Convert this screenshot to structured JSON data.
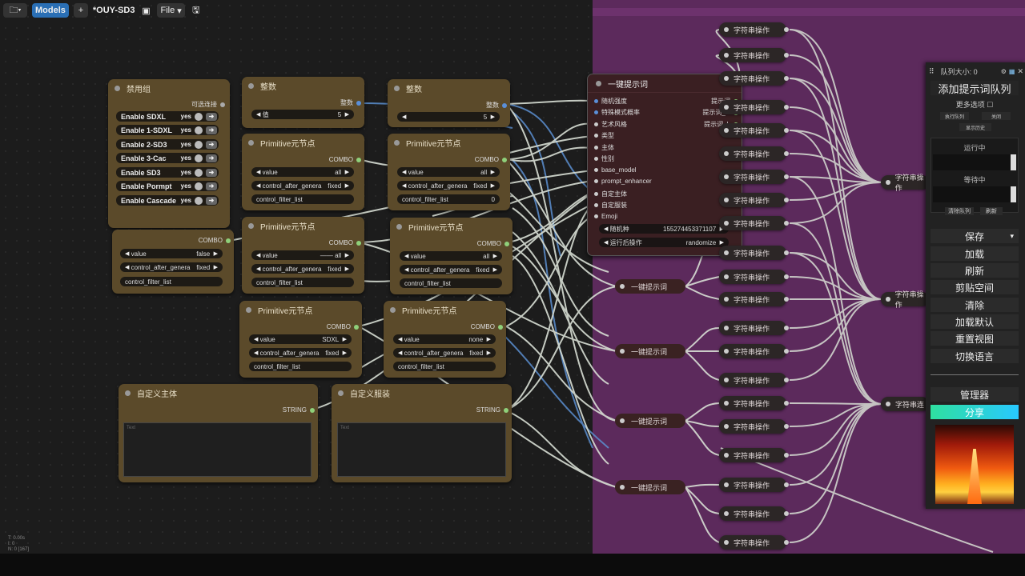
{
  "topbar": {
    "folder_icon": "folder-icon",
    "models": "Models",
    "add": "+",
    "title": "*OUY-SD3",
    "file_menu": "File"
  },
  "disable_group": {
    "title": "禁用组",
    "optional_label": "可选连接",
    "toggles": [
      {
        "label": "Enable SDXL",
        "value": "yes"
      },
      {
        "label": "Enable 1-SDXL",
        "value": "yes"
      },
      {
        "label": "Enable 2-SD3",
        "value": "yes"
      },
      {
        "label": "Enable 3-Cac",
        "value": "yes"
      },
      {
        "label": "Enable SD3",
        "value": "yes"
      },
      {
        "label": "Enable Pormpt",
        "value": "yes"
      },
      {
        "label": "Enable Cascade",
        "value": "yes"
      }
    ]
  },
  "int_node_1": {
    "title": "整数",
    "output": "整数",
    "widget_label": "值",
    "widget_value": "5"
  },
  "int_node_2": {
    "title": "整数",
    "output": "整数",
    "widget_label": "",
    "widget_value": "5"
  },
  "prim_a": {
    "title": "Primitive元节点",
    "output": "COMBO",
    "value_label": "value",
    "value": "all",
    "ctrl_label": "control_after_genera",
    "ctrl_value": "fixed",
    "filter_label": "control_filter_list",
    "filter_value": ""
  },
  "prim_b": {
    "title": "Primitive元节点",
    "output": "COMBO",
    "value_label": "value",
    "value": "all",
    "ctrl_label": "control_after_genera",
    "ctrl_value": "fixed",
    "filter_label": "control_filter_list",
    "filter_value": "0"
  },
  "prim_c": {
    "title": "",
    "output": "COMBO",
    "value_label": "value",
    "value": "false",
    "ctrl_label": "control_after_genera",
    "ctrl_value": "fixed",
    "filter_label": "control_filter_list",
    "filter_value": ""
  },
  "prim_d": {
    "title": "Primitive元节点",
    "output": "COMBO",
    "value_label": "value",
    "value": "—— all",
    "ctrl_label": "control_after_genera",
    "ctrl_value": "fixed",
    "filter_label": "control_filter_list",
    "filter_value": ""
  },
  "prim_e": {
    "title": "Primitive元节点",
    "output": "COMBO",
    "value_label": "value",
    "value": "all",
    "ctrl_label": "control_after_genera",
    "ctrl_value": "fixed",
    "filter_label": "control_filter_list",
    "filter_value": ""
  },
  "prim_f": {
    "title": "Primitive元节点",
    "output": "COMBO",
    "value_label": "value",
    "value": "SDXL",
    "ctrl_label": "control_after_genera",
    "ctrl_value": "fixed",
    "filter_label": "control_filter_list",
    "filter_value": ""
  },
  "prim_g": {
    "title": "Primitive元节点",
    "output": "COMBO",
    "value_label": "value",
    "value": "none",
    "ctrl_label": "control_after_genera",
    "ctrl_value": "fixed",
    "filter_label": "control_filter_list",
    "filter_value": ""
  },
  "custom_subject": {
    "title": "自定义主体",
    "output": "STRING",
    "placeholder": "Text"
  },
  "custom_outfit": {
    "title": "自定义服装",
    "output": "STRING",
    "placeholder": "Text"
  },
  "prompt_node": {
    "title": "一键提示词",
    "inputs": [
      "随机强度",
      "特殊模式概率",
      "艺术风格",
      "类型",
      "主体",
      "性别",
      "base_model",
      "prompt_enhancer",
      "自定主体",
      "自定服装",
      "Emoji"
    ],
    "outputs": [
      "提示词",
      "提示词_G",
      "提示词_L"
    ],
    "seed_label": "随机种",
    "seed_value": "155274453371107",
    "after_label": "运行后操作",
    "after_value": "randomize"
  },
  "mini_prompt_label": "一键提示词",
  "string_op_label": "字符串操作",
  "string_concat_label": "字符串连",
  "side_panel": {
    "queue_size": "队列大小: 0",
    "add_queue": "添加提示词队列",
    "more_options": "更多选项",
    "exec_queue": "执行队列",
    "close": "关闭",
    "show_history": "显示历史",
    "running": "运行中",
    "pending": "等待中",
    "clear_queue": "清除队列",
    "refresh_small": "刷新",
    "buttons": [
      "保存",
      "加载",
      "刷新",
      "剪贴空间",
      "清除",
      "加载默认",
      "重置视图",
      "切换语言"
    ],
    "manager": "管理器",
    "share": "分享"
  },
  "corner_info": [
    "T: 0.00s",
    "I: 0",
    "N: 0 [167]"
  ]
}
